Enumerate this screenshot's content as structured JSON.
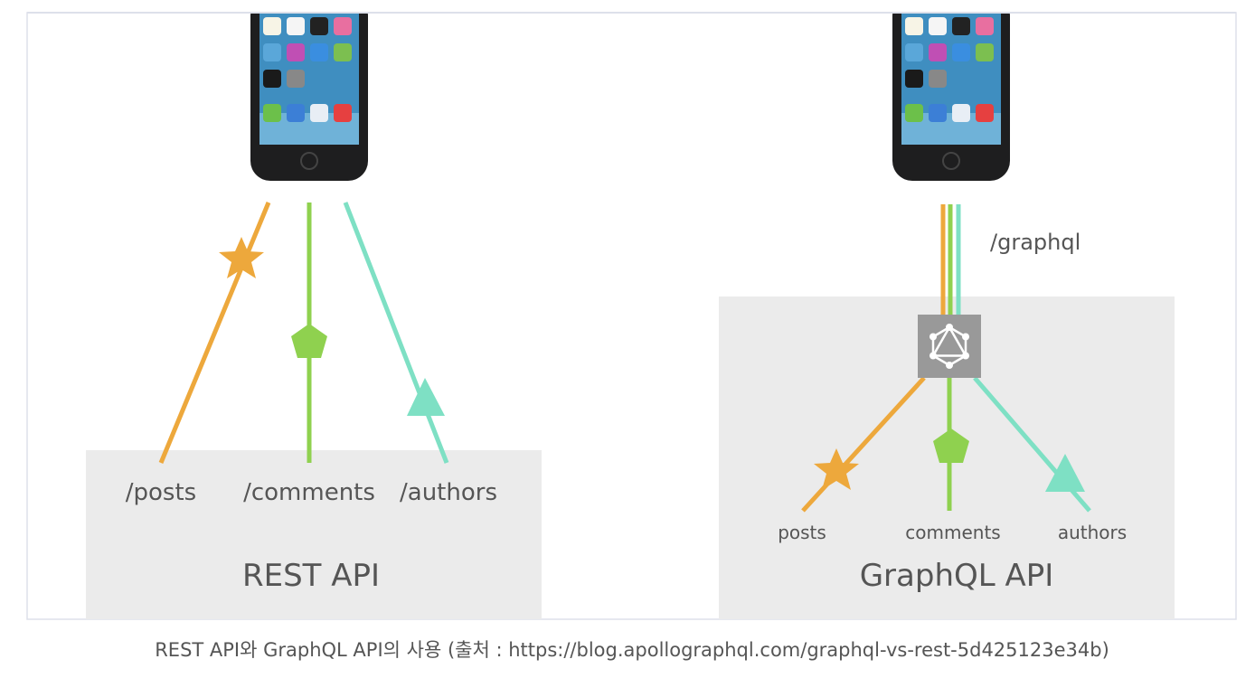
{
  "rest": {
    "endpoints": [
      "/posts",
      "/comments",
      "/authors"
    ],
    "title": "REST API"
  },
  "graphql": {
    "endpoint": "/graphql",
    "fields": [
      "posts",
      "comments",
      "authors"
    ],
    "title": "GraphQL API"
  },
  "caption": "REST API와 GraphQL API의 사용 (출처 : https://blog.apollographql.com/graphql-vs-rest-5d425123e34b)",
  "colors": {
    "posts": "#eda83c",
    "comments": "#8fd14f",
    "authors": "#7ee0c4",
    "box": "#ebebeb",
    "logo_box": "#999999"
  }
}
